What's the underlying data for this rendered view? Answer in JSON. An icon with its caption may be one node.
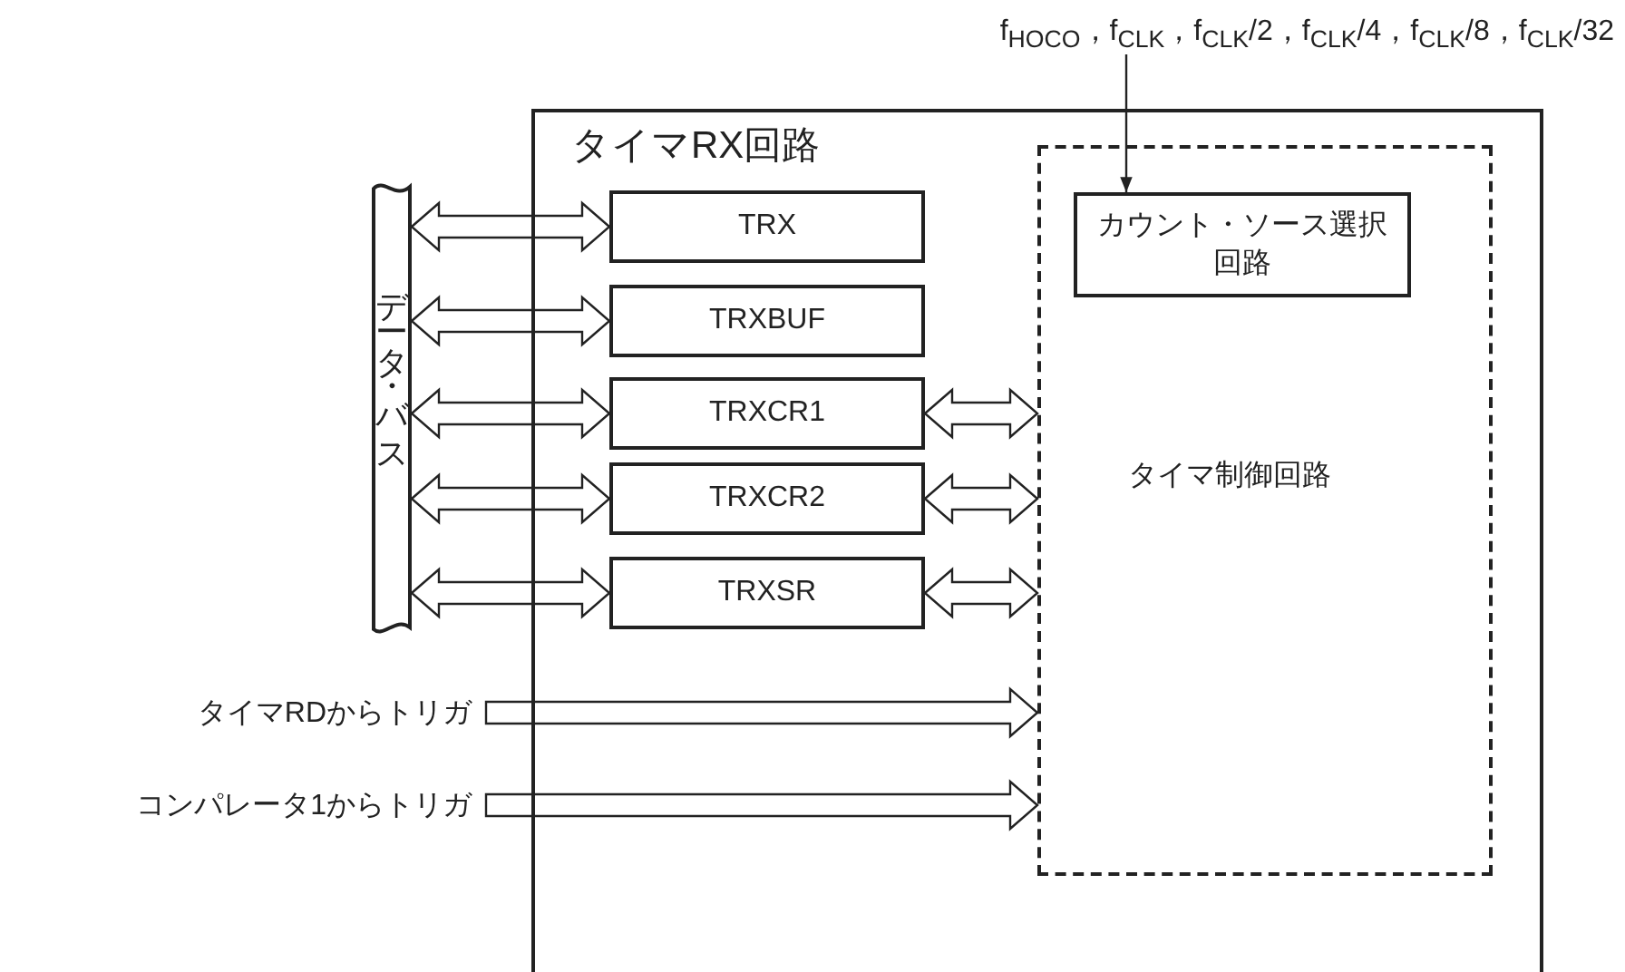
{
  "diagram": {
    "nodes": [
      {
        "text": [
          "タイマRX回路"
        ]
      },
      {
        "text": [
          "データ・バス"
        ]
      },
      {
        "text": [
          "TRX"
        ],
        "in": 0
      },
      {
        "text": [
          "TRXBUF"
        ],
        "in": 0
      },
      {
        "text": [
          "TRXCR1"
        ],
        "in": 0
      },
      {
        "text": [
          "TRXCR2"
        ],
        "in": 0
      },
      {
        "text": [
          "TRXSR"
        ],
        "in": 0
      },
      {
        "text": [
          "タイマ制御回路"
        ],
        "in": 0
      },
      {
        "text": [
          "カウント・ソース選択回路"
        ],
        "in": 7
      },
      {
        "text": [
          "f$_{HOCO}$，f$_{CLK}$，f$_{CLK}$/2，f$_{CLK}$/4，f$_{CLK}$/8，f$_{CLK}$/32"
        ]
      },
      {
        "text": [
          "タイマRDからトリガ"
        ]
      },
      {
        "text": [
          "コンパレータ1からトリガ"
        ]
      }
    ],
    "edges": [
      {
        "from": 1,
        "to": 2,
        "arrow": "both"
      },
      {
        "from": 1,
        "to": 3,
        "arrow": "both"
      },
      {
        "from": 1,
        "to": 4,
        "arrow": "both"
      },
      {
        "from": 1,
        "to": 5,
        "arrow": "both"
      },
      {
        "from": 1,
        "to": 6,
        "arrow": "both"
      },
      {
        "from": 4,
        "to": 7,
        "arrow": "both"
      },
      {
        "from": 5,
        "to": 7,
        "arrow": "both"
      },
      {
        "from": 6,
        "to": 7,
        "arrow": "both"
      },
      {
        "from": 9,
        "to": 8,
        "arrow": "to"
      },
      {
        "from": 10,
        "to": 7,
        "arrow": "to"
      },
      {
        "from": 11,
        "to": 7,
        "arrow": "to"
      }
    ]
  }
}
